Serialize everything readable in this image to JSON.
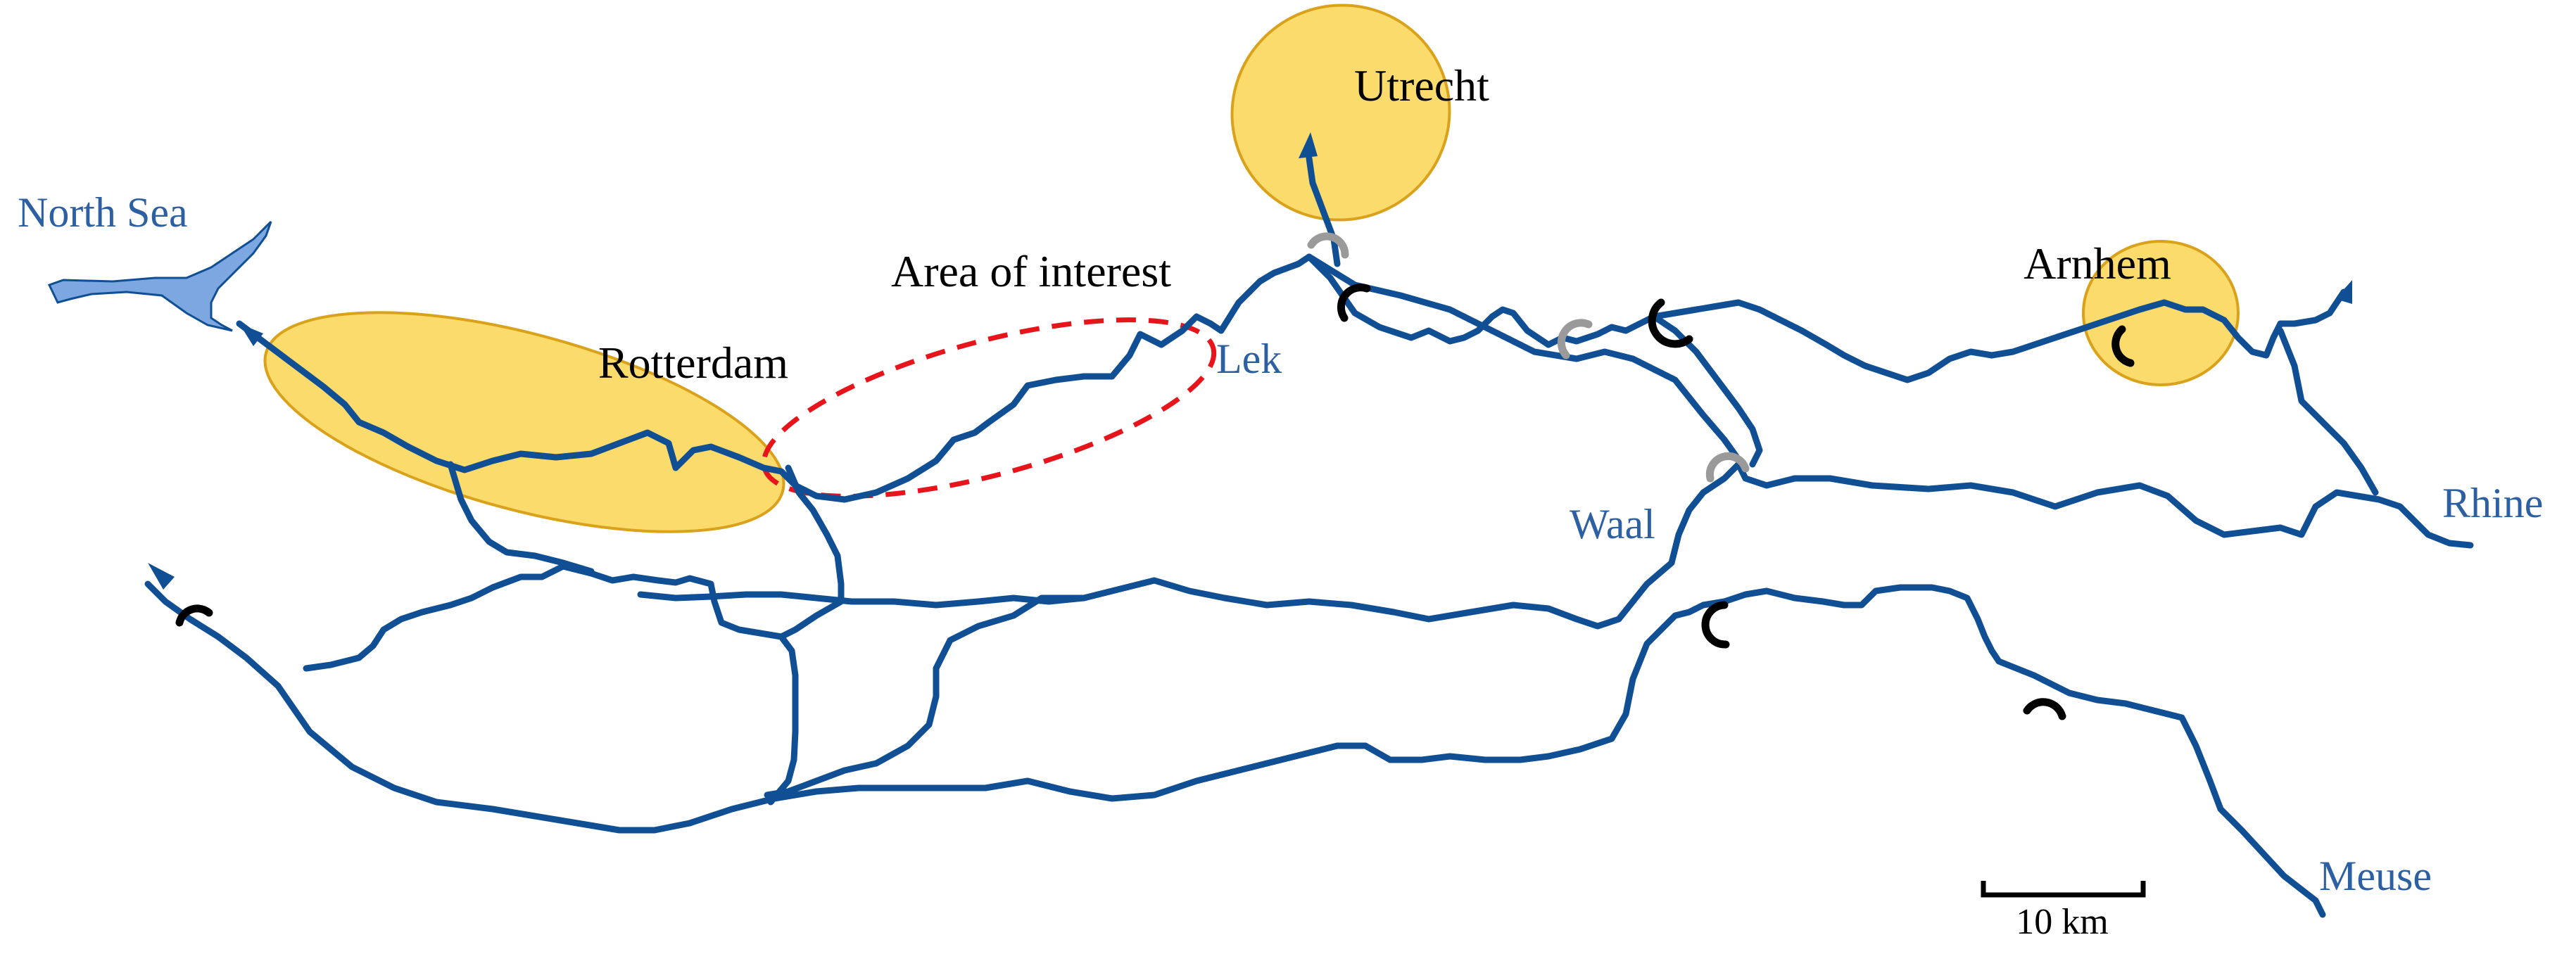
{
  "colors": {
    "river": "#114F94",
    "river_label": "#2D5FA3",
    "sea": "#7DA7E0",
    "city_fill": "#FADB6B",
    "city_stroke": "#D9A21A",
    "area_of_interest": "#E8141C",
    "weir_active": "#000000",
    "weir_open": "#9A9A9A"
  },
  "labels": {
    "north_sea": "North Sea",
    "utrecht": "Utrecht",
    "arnhem": "Arnhem",
    "rotterdam": "Rotterdam",
    "area_of_interest": "Area of interest",
    "lek": "Lek",
    "waal": "Waal",
    "rhine": "Rhine",
    "meuse": "Meuse"
  },
  "scale_bar": {
    "label": "10 km"
  },
  "icons": {
    "weir": "weir-icon",
    "flow_arrow": "flow-arrow-icon"
  }
}
